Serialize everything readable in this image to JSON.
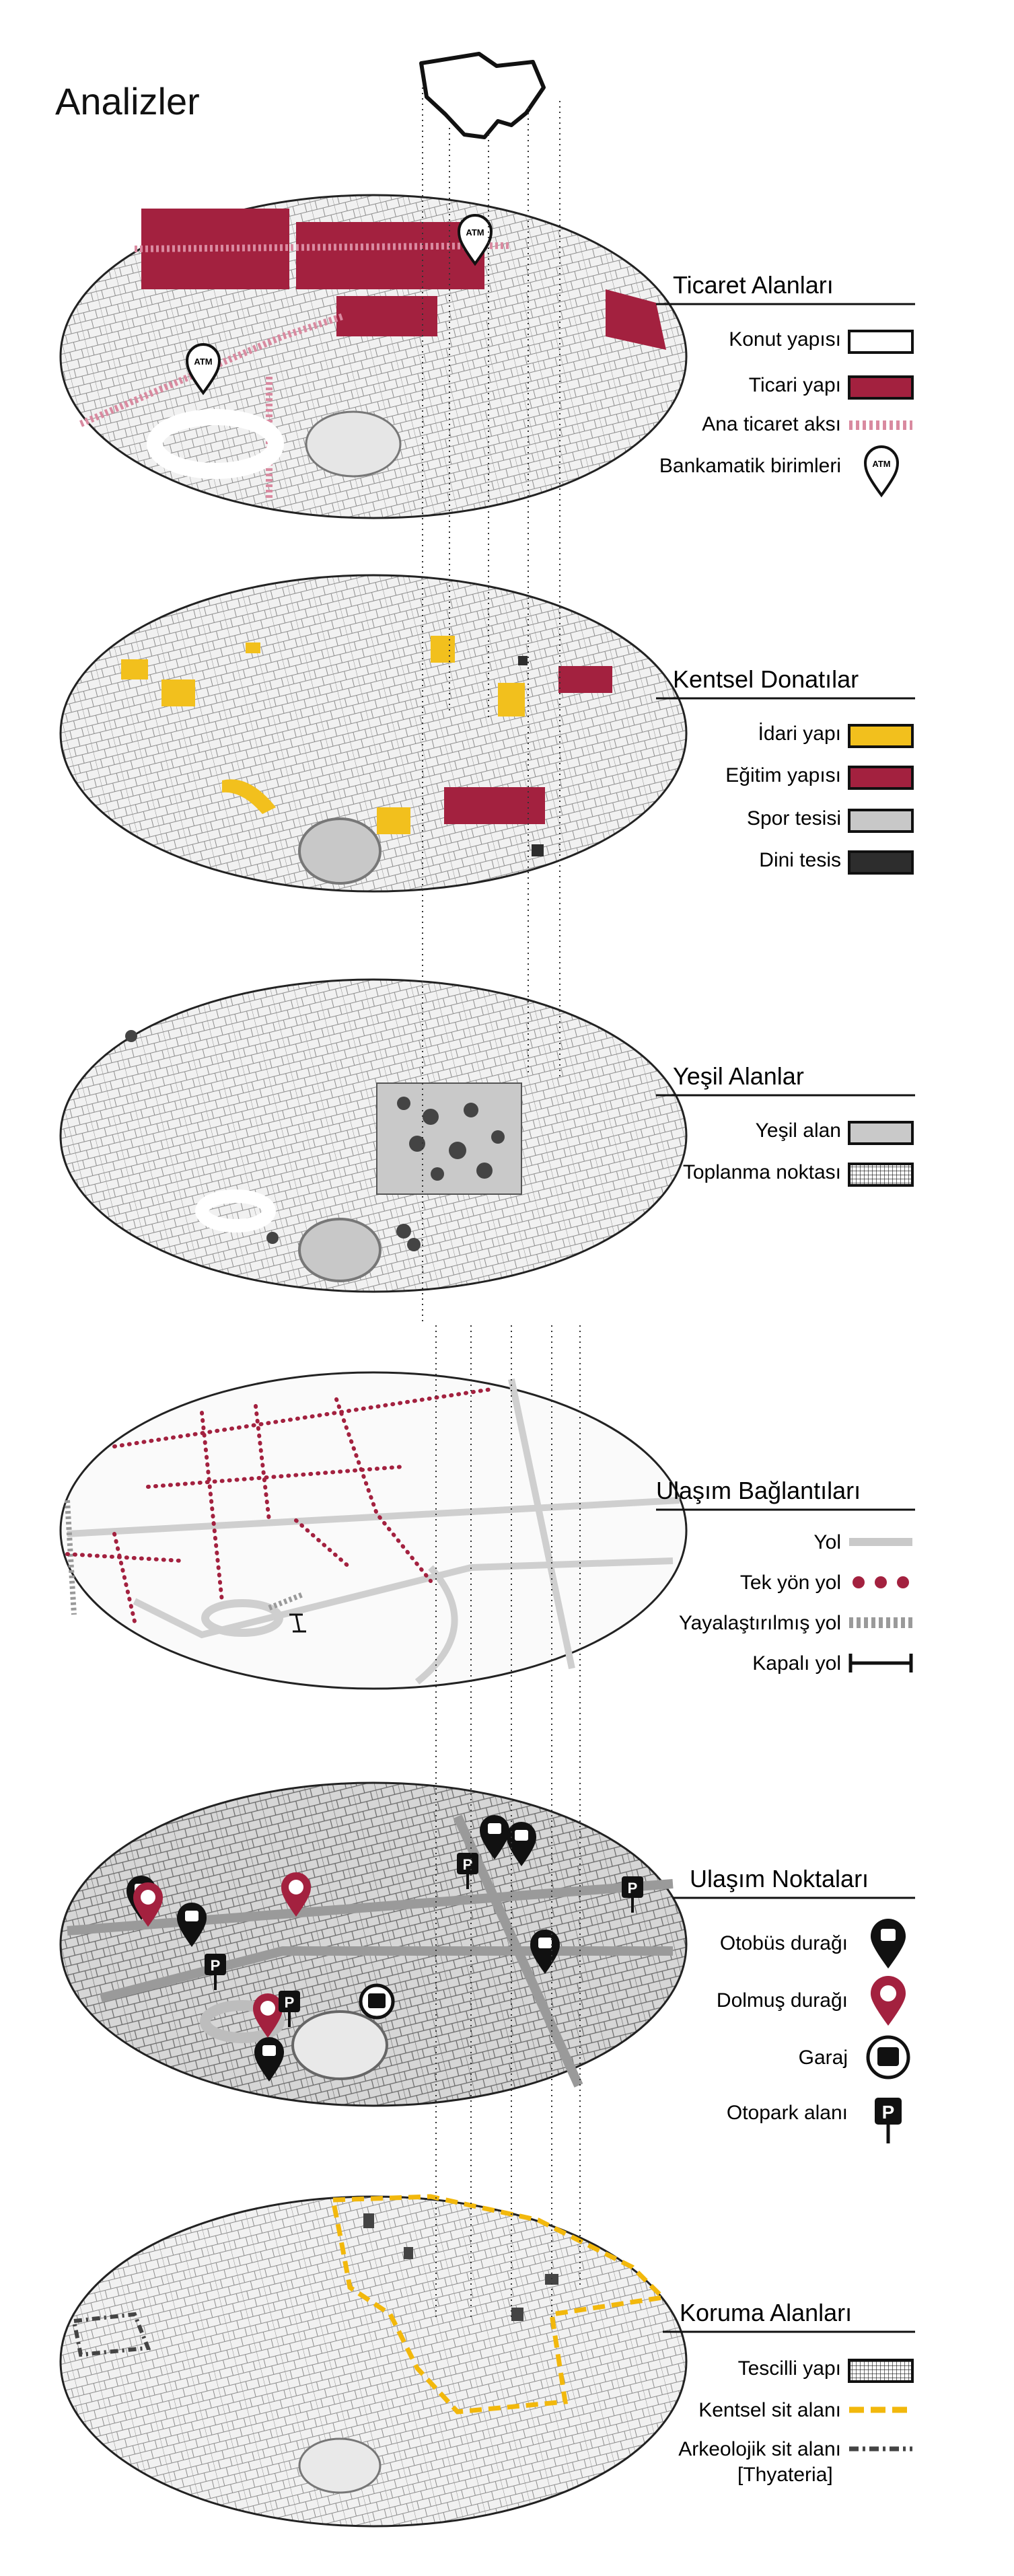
{
  "page": {
    "title": "Analizler"
  },
  "colors": {
    "commercial": "#a3213f",
    "commercial_axis": "#d98aa0",
    "administrative": "#f2c01d",
    "education": "#a3213f",
    "sport": "#c8c8c8",
    "religious": "#2d2d2d",
    "green": "#c9c9c9",
    "road": "#c9c9c9",
    "oneway": "#a3213f",
    "pedestrian": "#9a9a9a",
    "urban_site": "#f2b80c",
    "archaeo_site": "#444444",
    "map_bg": "#f1f1f1",
    "map_outline": "#222222"
  },
  "panels": [
    {
      "id": "ticaret",
      "title": "Ticaret Alanları",
      "legend": [
        {
          "label": "Konut yapısı",
          "icon": "white-box-icon"
        },
        {
          "label": "Ticari yapı",
          "icon": "crimson-box-icon"
        },
        {
          "label": "Ana ticaret aksı",
          "icon": "pink-hatch-icon"
        },
        {
          "label": "Bankamatik birimleri",
          "icon": "atm-pin-icon"
        }
      ],
      "map_labels": [
        "ATM",
        "ATM"
      ]
    },
    {
      "id": "donati",
      "title": "Kentsel Donatılar",
      "legend": [
        {
          "label": "İdari yapı",
          "icon": "yellow-box-icon"
        },
        {
          "label": "Eğitim yapısı",
          "icon": "crimson-box-icon"
        },
        {
          "label": "Spor tesisi",
          "icon": "grey-box-icon"
        },
        {
          "label": "Dini tesis",
          "icon": "dark-box-icon"
        }
      ]
    },
    {
      "id": "yesil",
      "title": "Yeşil Alanlar",
      "legend": [
        {
          "label": "Yeşil alan",
          "icon": "grey-box-icon"
        },
        {
          "label": "Toplanma noktası",
          "icon": "grid-box-icon"
        }
      ]
    },
    {
      "id": "ulasim-baglanti",
      "title": "Ulaşım Bağlantıları",
      "legend": [
        {
          "label": "Yol",
          "icon": "grey-line-icon"
        },
        {
          "label": "Tek yön yol",
          "icon": "dots-icon"
        },
        {
          "label": "Yayalaştırılmış yol",
          "icon": "grey-hatch-icon"
        },
        {
          "label": "Kapalı yol",
          "icon": "closed-road-icon"
        }
      ]
    },
    {
      "id": "ulasim-nokta",
      "title": "Ulaşım Noktaları",
      "legend": [
        {
          "label": "Otobüs durağı",
          "icon": "bus-pin-icon"
        },
        {
          "label": "Dolmuş durağı",
          "icon": "minibus-pin-icon"
        },
        {
          "label": "Garaj",
          "icon": "garage-icon"
        },
        {
          "label": "Otopark alanı",
          "icon": "parking-sign-icon"
        }
      ],
      "map_labels": [
        "P",
        "P",
        "P",
        "P"
      ]
    },
    {
      "id": "koruma",
      "title": "Koruma Alanları",
      "legend": [
        {
          "label": "Tescilli yapı",
          "icon": "grid-box-icon"
        },
        {
          "label": "Kentsel sit alanı",
          "icon": "yellow-dash-icon"
        },
        {
          "label": "Arkeolojik sit alanı",
          "sublabel": "[Thyateria]",
          "icon": "dashdot-icon"
        }
      ]
    }
  ]
}
